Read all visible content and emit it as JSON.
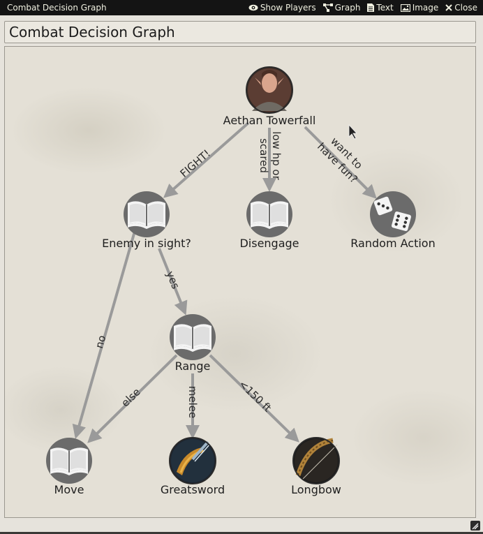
{
  "window": {
    "title": "Combat Decision Graph",
    "controls": {
      "show_players": "Show Players",
      "graph": "Graph",
      "text": "Text",
      "image": "Image",
      "close": "Close"
    }
  },
  "journal": {
    "heading": "Combat Decision Graph"
  },
  "graph": {
    "nodes": {
      "aethan": {
        "label": "Aethan Towerfall",
        "icon": "character-portrait-icon"
      },
      "enemy": {
        "label": "Enemy in sight?",
        "icon": "book-icon"
      },
      "disengage": {
        "label": "Disengage",
        "icon": "book-icon"
      },
      "random": {
        "label": "Random Action",
        "icon": "dice-icon"
      },
      "range": {
        "label": "Range",
        "icon": "book-icon"
      },
      "move": {
        "label": "Move",
        "icon": "book-icon"
      },
      "greatsword": {
        "label": "Greatsword",
        "icon": "greatsword-icon"
      },
      "longbow": {
        "label": "Longbow",
        "icon": "longbow-icon"
      }
    },
    "edges": {
      "fight": "FIGHT!",
      "lowhp_1": "low hp or",
      "lowhp_2": "scared",
      "fun_1": "want to",
      "fun_2": "have fun?",
      "yes": "yes",
      "no": "no",
      "else": "else",
      "melee": "melee",
      "far": "<150 ft"
    },
    "colors": {
      "edge": "#9a9a9a",
      "node_fill": "#6b6b6b",
      "book_white": "#f4f4f4",
      "text": "#1e1e1e"
    }
  }
}
